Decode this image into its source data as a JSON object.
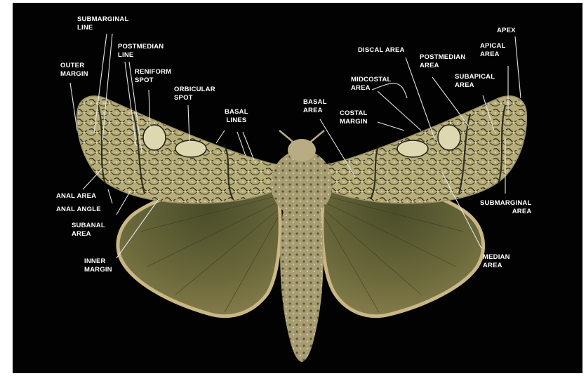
{
  "labels": {
    "submarginal_line": "SUBMARGINAL\nLINE",
    "outer_margin": "OUTER\nMARGIN",
    "postmedian_line": "POSTMEDIAN\nLINE",
    "reniform_spot": "RENIFORM\nSPOT",
    "orbicular_spot": "ORBICULAR\nSPOT",
    "basal_lines": "BASAL\nLINES",
    "basal_area": "BASAL\nAREA",
    "discal_area": "DISCAL AREA",
    "midcostal_area": "MIDCOSTAL\nAREA",
    "costal_margin": "COSTAL\nMARGIN",
    "postmedian_area": "POSTMEDIAN\nAREA",
    "apex": "APEX",
    "apical_area": "APICAL\nAREA",
    "subapical_area": "SUBAPICAL\nAREA",
    "anal_area": "ANAL AREA",
    "anal_angle": "ANAL ANGLE",
    "subanal_area": "SUBANAL\nAREA",
    "inner_margin": "INNER\nMARGIN",
    "submarginal_area": "SUBMARGINAL\nAREA",
    "median_area": "MEDIAN\nAREA"
  },
  "colors": {
    "background": "#020203",
    "forewing": "#b7ad78",
    "forewing_light": "#d8d3a8",
    "forewing_dark": "#2a2a1e",
    "hindwing": "#5c5a34",
    "hindwing_fringe": "#c9b884",
    "body": "#a89d72",
    "leader_line": "#e6e6e6"
  }
}
